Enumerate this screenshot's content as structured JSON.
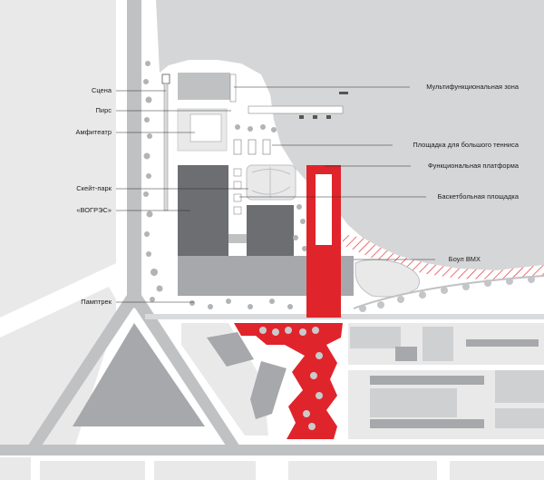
{
  "plan": {
    "colors": {
      "water": "#d5d6d7",
      "land": "#ffffff",
      "road": "#bfc1c3",
      "block": "#e9e9ea",
      "building_dark": "#6d6e72",
      "building_mid": "#a7a8ab",
      "building_light": "#cfd0d2",
      "accent_red": "#e0242b",
      "tree": "#b2b3b5"
    },
    "labels": {
      "scene": "Сцена",
      "pier": "Пирс",
      "amphitheatre": "Амфитеатр",
      "skatepark": "Скейт-парк",
      "vogres": "«ВОГРЭС»",
      "pumptrack": "Памптрек",
      "multifunctional_zone": "Мультифункциональная зона",
      "tennis_court": "Площадка для большого тенниса",
      "functional_platform": "Функциональная платформа",
      "basketball_court": "Баскетбольная площадка",
      "bmx_bowl": "Боул BMX"
    }
  }
}
